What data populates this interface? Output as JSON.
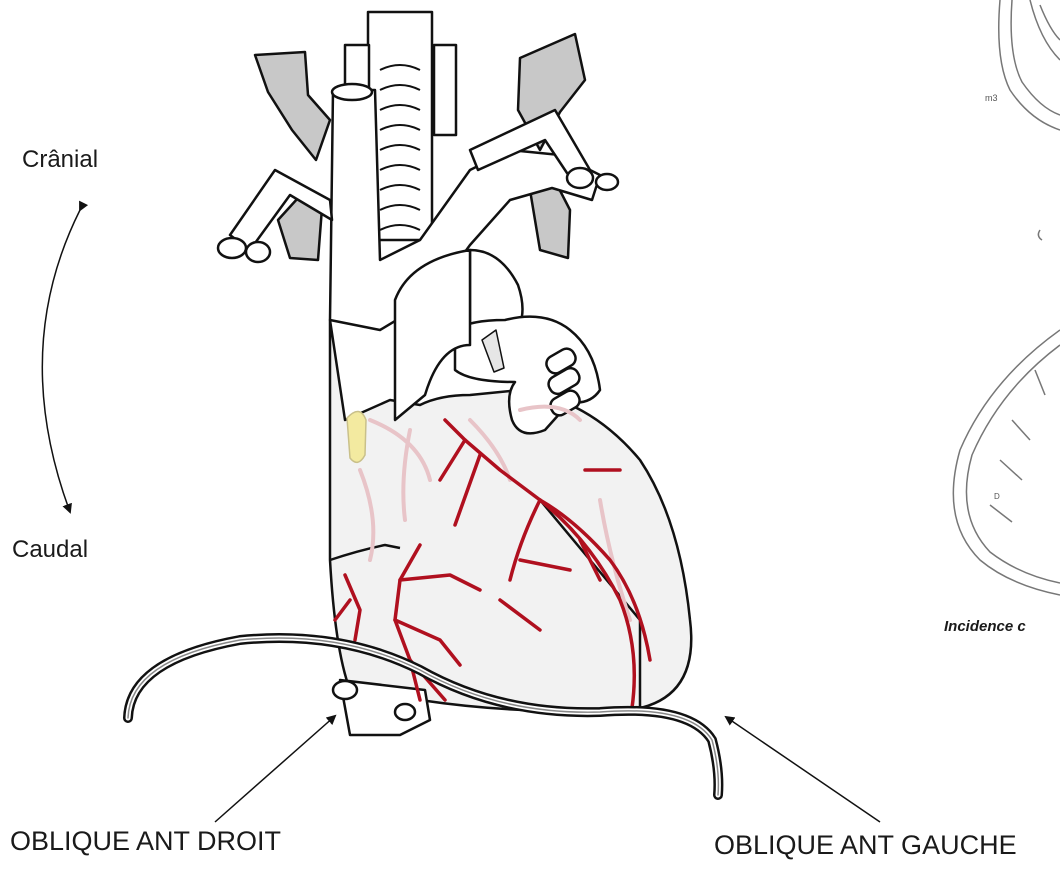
{
  "labels": {
    "cranial": "Crânial",
    "caudal": "Caudal",
    "oblique_ant_droit": "OBLIQUE ANT DROIT",
    "oblique_ant_gauche": "OBLIQUE ANT GAUCHE",
    "incidence_caption": "Incidence c",
    "inset_label_m3": "m3",
    "inset_label_d": "D"
  },
  "colors": {
    "outline": "#111111",
    "coronary_artery": "#b0101f",
    "faint_vessel": "#e8c4c8",
    "vessel_shading": "#c8c8c8",
    "sinus_node": "#f3eaa0",
    "catheter_core": "#ffffff"
  },
  "icons": {
    "direction_arrow": "curved-double-arrow-icon",
    "pointer_arrow": "arrow-icon"
  }
}
